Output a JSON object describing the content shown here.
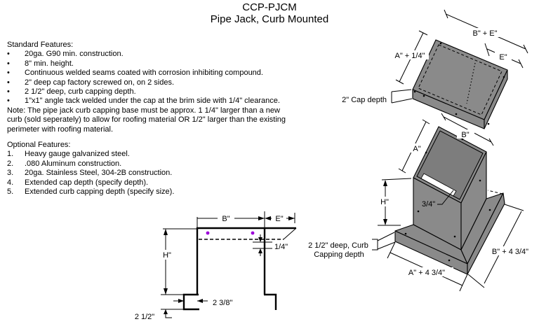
{
  "title": {
    "line1": "CCP-PJCM",
    "line2": "Pipe Jack, Curb Mounted"
  },
  "standard_features": {
    "heading": "Standard Features:",
    "bullet": "•",
    "items": [
      "20ga. G90 min. construction.",
      "8\" min. height.",
      "Continuous welded seams coated with corrosion inhibiting compound.",
      "2\" deep cap factory screwed on, on 2 sides.",
      "2 1/2\" deep, curb capping depth.",
      "1\"x1\" angle tack welded under the cap at the brim side with 1/4\" clearance."
    ]
  },
  "note": {
    "text": "Note: The pipe jack curb capping base must be approx. 1 1/4\" larger than a new curb (sold seperately) to allow for roofing material OR 1/2\" larger than the existing perimeter with roofing material."
  },
  "optional_features": {
    "heading": "Optional Features:",
    "items": [
      {
        "num": "1.",
        "text": "Heavy gauge galvanized steel."
      },
      {
        "num": "2.",
        "text": ".080 Aluminum construction."
      },
      {
        "num": "3.",
        "text": "20ga. Stainless Steel, 304-2B construction."
      },
      {
        "num": "4.",
        "text": "Extended cap depth (specify depth)."
      },
      {
        "num": "5.",
        "text": "Extended curb capping depth (specify size)."
      }
    ]
  },
  "section_drawing": {
    "labels": {
      "b": "B\"",
      "e": "E\"",
      "h": "H\"",
      "quarter": "1/4\"",
      "capping_width": "2 3/8\"",
      "capping_depth": "2 1/2\""
    }
  },
  "cap_drawing": {
    "labels": {
      "b_plus_e": "B\" + E\"",
      "a_plus_quarter": "A\" + 1/4\"",
      "e": "E\"",
      "depth_note": "2\" Cap depth"
    }
  },
  "base_drawing": {
    "labels": {
      "b": "B\"",
      "a": "A\"",
      "h": "H\"",
      "three_quarter": "3/4\"",
      "a_plus": "A\" + 4 3/4\"",
      "b_plus": "B\" + 4 3/4\"",
      "depth_note_line1": "2 1/2\" deep, Curb",
      "depth_note_line2": "Capping depth"
    }
  },
  "colors": {
    "line": "#000000",
    "fill_gray": "#8a8a8a",
    "fill_inner": "#7d7d7d",
    "screw_dot": "#9b00d8",
    "background": "#ffffff"
  }
}
